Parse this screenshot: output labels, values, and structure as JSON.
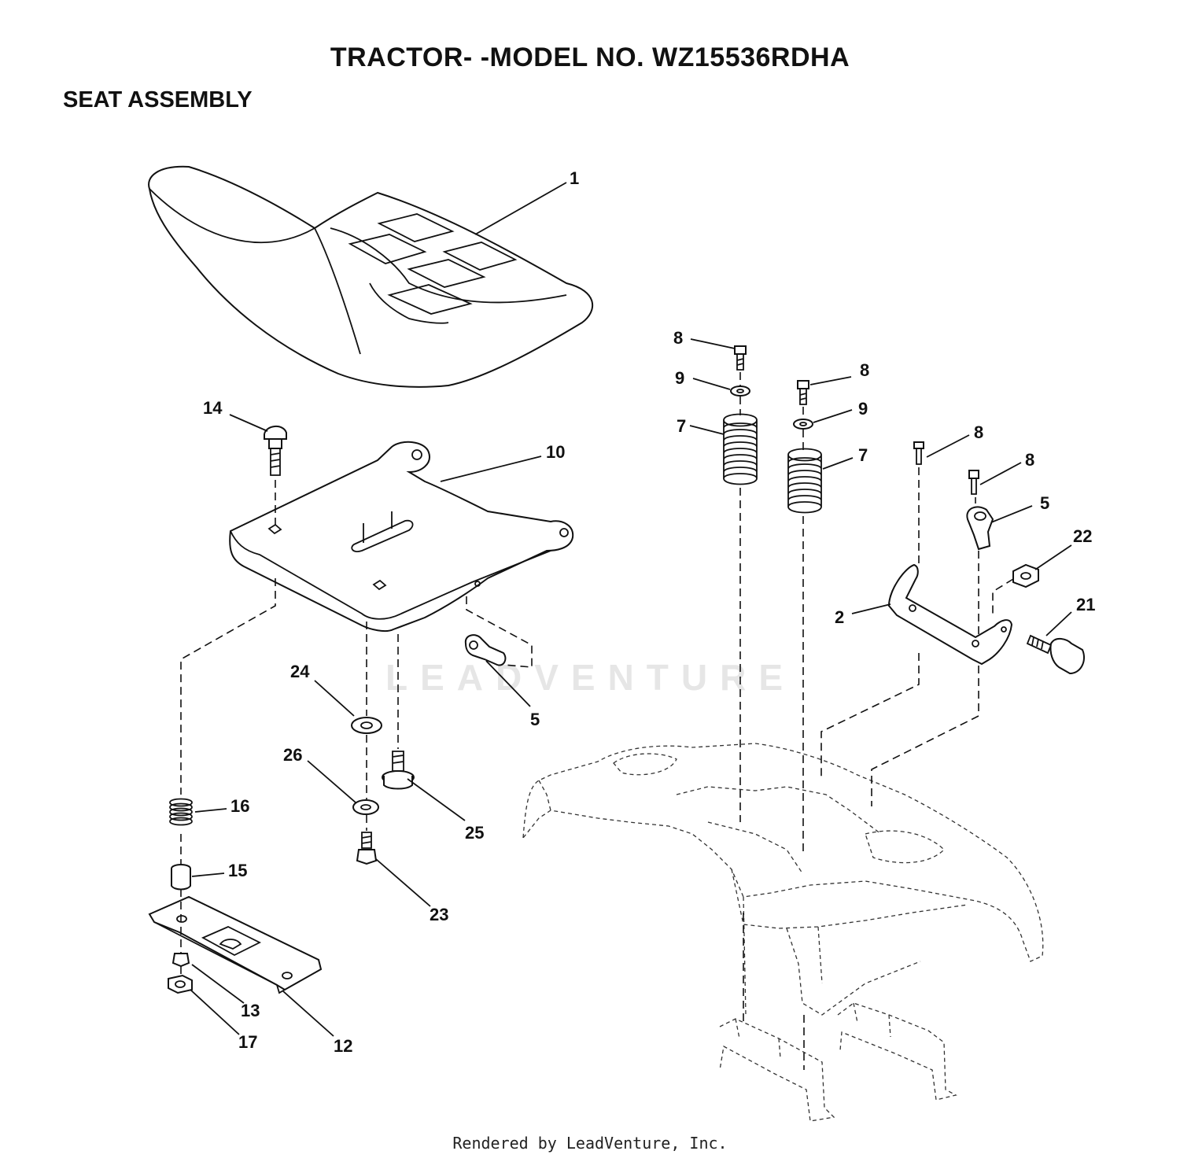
{
  "header": {
    "title": "TRACTOR- -MODEL NO. WZ15536RDHA",
    "section": "SEAT ASSEMBLY"
  },
  "watermark": {
    "text": "LEADVENTURE"
  },
  "footer": {
    "credit": "Rendered by LeadVenture, Inc."
  },
  "callouts": {
    "seat": "1",
    "bracket": "2",
    "clip_left": "5",
    "clip_right": "5",
    "spring_left": "7",
    "spring_right": "7",
    "bolt_a": "8",
    "bolt_b": "8",
    "bolt_c": "8",
    "bolt_d": "8",
    "washer_a": "9",
    "washer_b": "9",
    "seat_pan": "10",
    "slide_plate": "12",
    "nut_small": "13",
    "carriage_bolt": "14",
    "spacer": "15",
    "spring_small": "16",
    "flange_nut": "17",
    "knob_bolt": "21",
    "hex_nut": "22",
    "screw": "23",
    "flat_washer": "24",
    "shoulder_bolt": "25",
    "lock_washer": "26"
  }
}
